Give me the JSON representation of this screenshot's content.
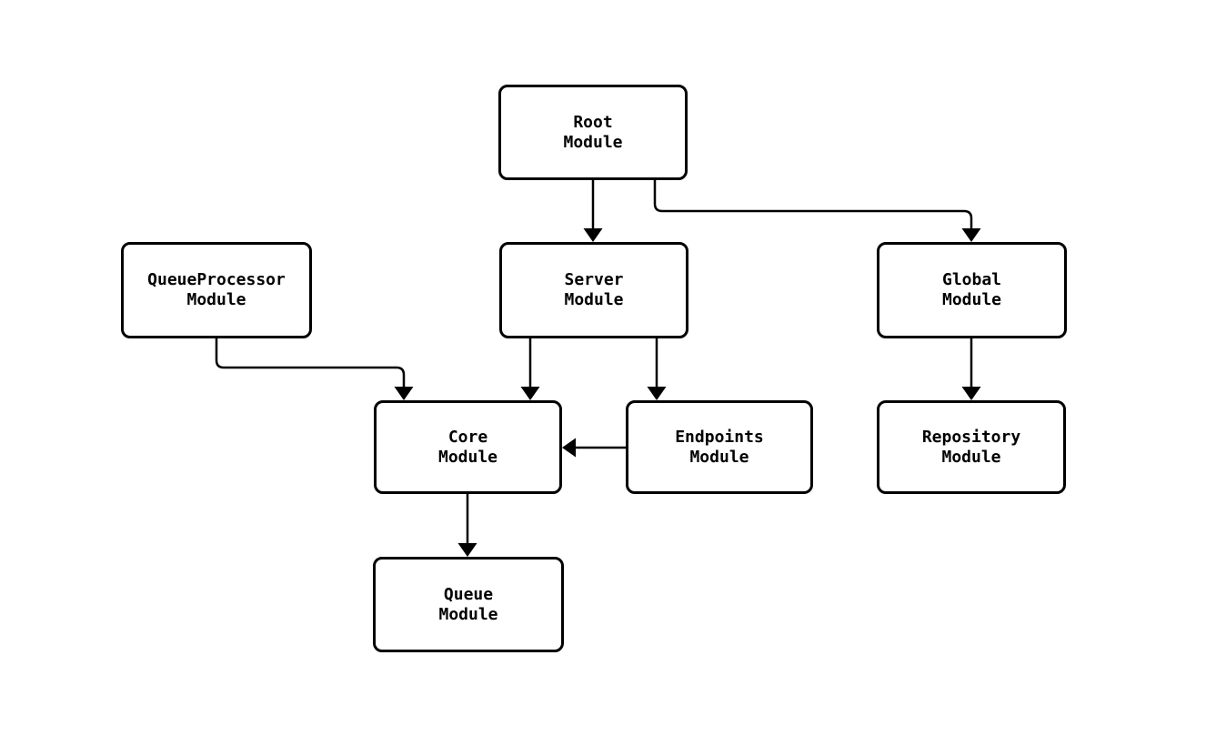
{
  "diagram": {
    "type": "flowchart",
    "background_color": "#ffffff",
    "node_fill_color": "#ffffff",
    "node_border_color": "#000000",
    "edge_color": "#000000",
    "text_color": "#000000",
    "nodes": [
      {
        "id": "RootModule",
        "label": "Root\nModule"
      },
      {
        "id": "QueueProcessorModule",
        "label": "QueueProcessor\nModule"
      },
      {
        "id": "ServerModule",
        "label": "Server\nModule"
      },
      {
        "id": "GlobalModule",
        "label": "Global\nModule"
      },
      {
        "id": "CoreModule",
        "label": "Core\nModule"
      },
      {
        "id": "EndpointsModule",
        "label": "Endpoints\nModule"
      },
      {
        "id": "RepositoryModule",
        "label": "Repository\nModule"
      },
      {
        "id": "QueueModule",
        "label": "Queue\nModule"
      }
    ],
    "edges": [
      {
        "from": "RootModule",
        "to": "ServerModule"
      },
      {
        "from": "RootModule",
        "to": "GlobalModule"
      },
      {
        "from": "QueueProcessorModule",
        "to": "CoreModule"
      },
      {
        "from": "ServerModule",
        "to": "CoreModule"
      },
      {
        "from": "ServerModule",
        "to": "EndpointsModule"
      },
      {
        "from": "EndpointsModule",
        "to": "CoreModule"
      },
      {
        "from": "GlobalModule",
        "to": "RepositoryModule"
      },
      {
        "from": "CoreModule",
        "to": "QueueModule"
      }
    ]
  }
}
